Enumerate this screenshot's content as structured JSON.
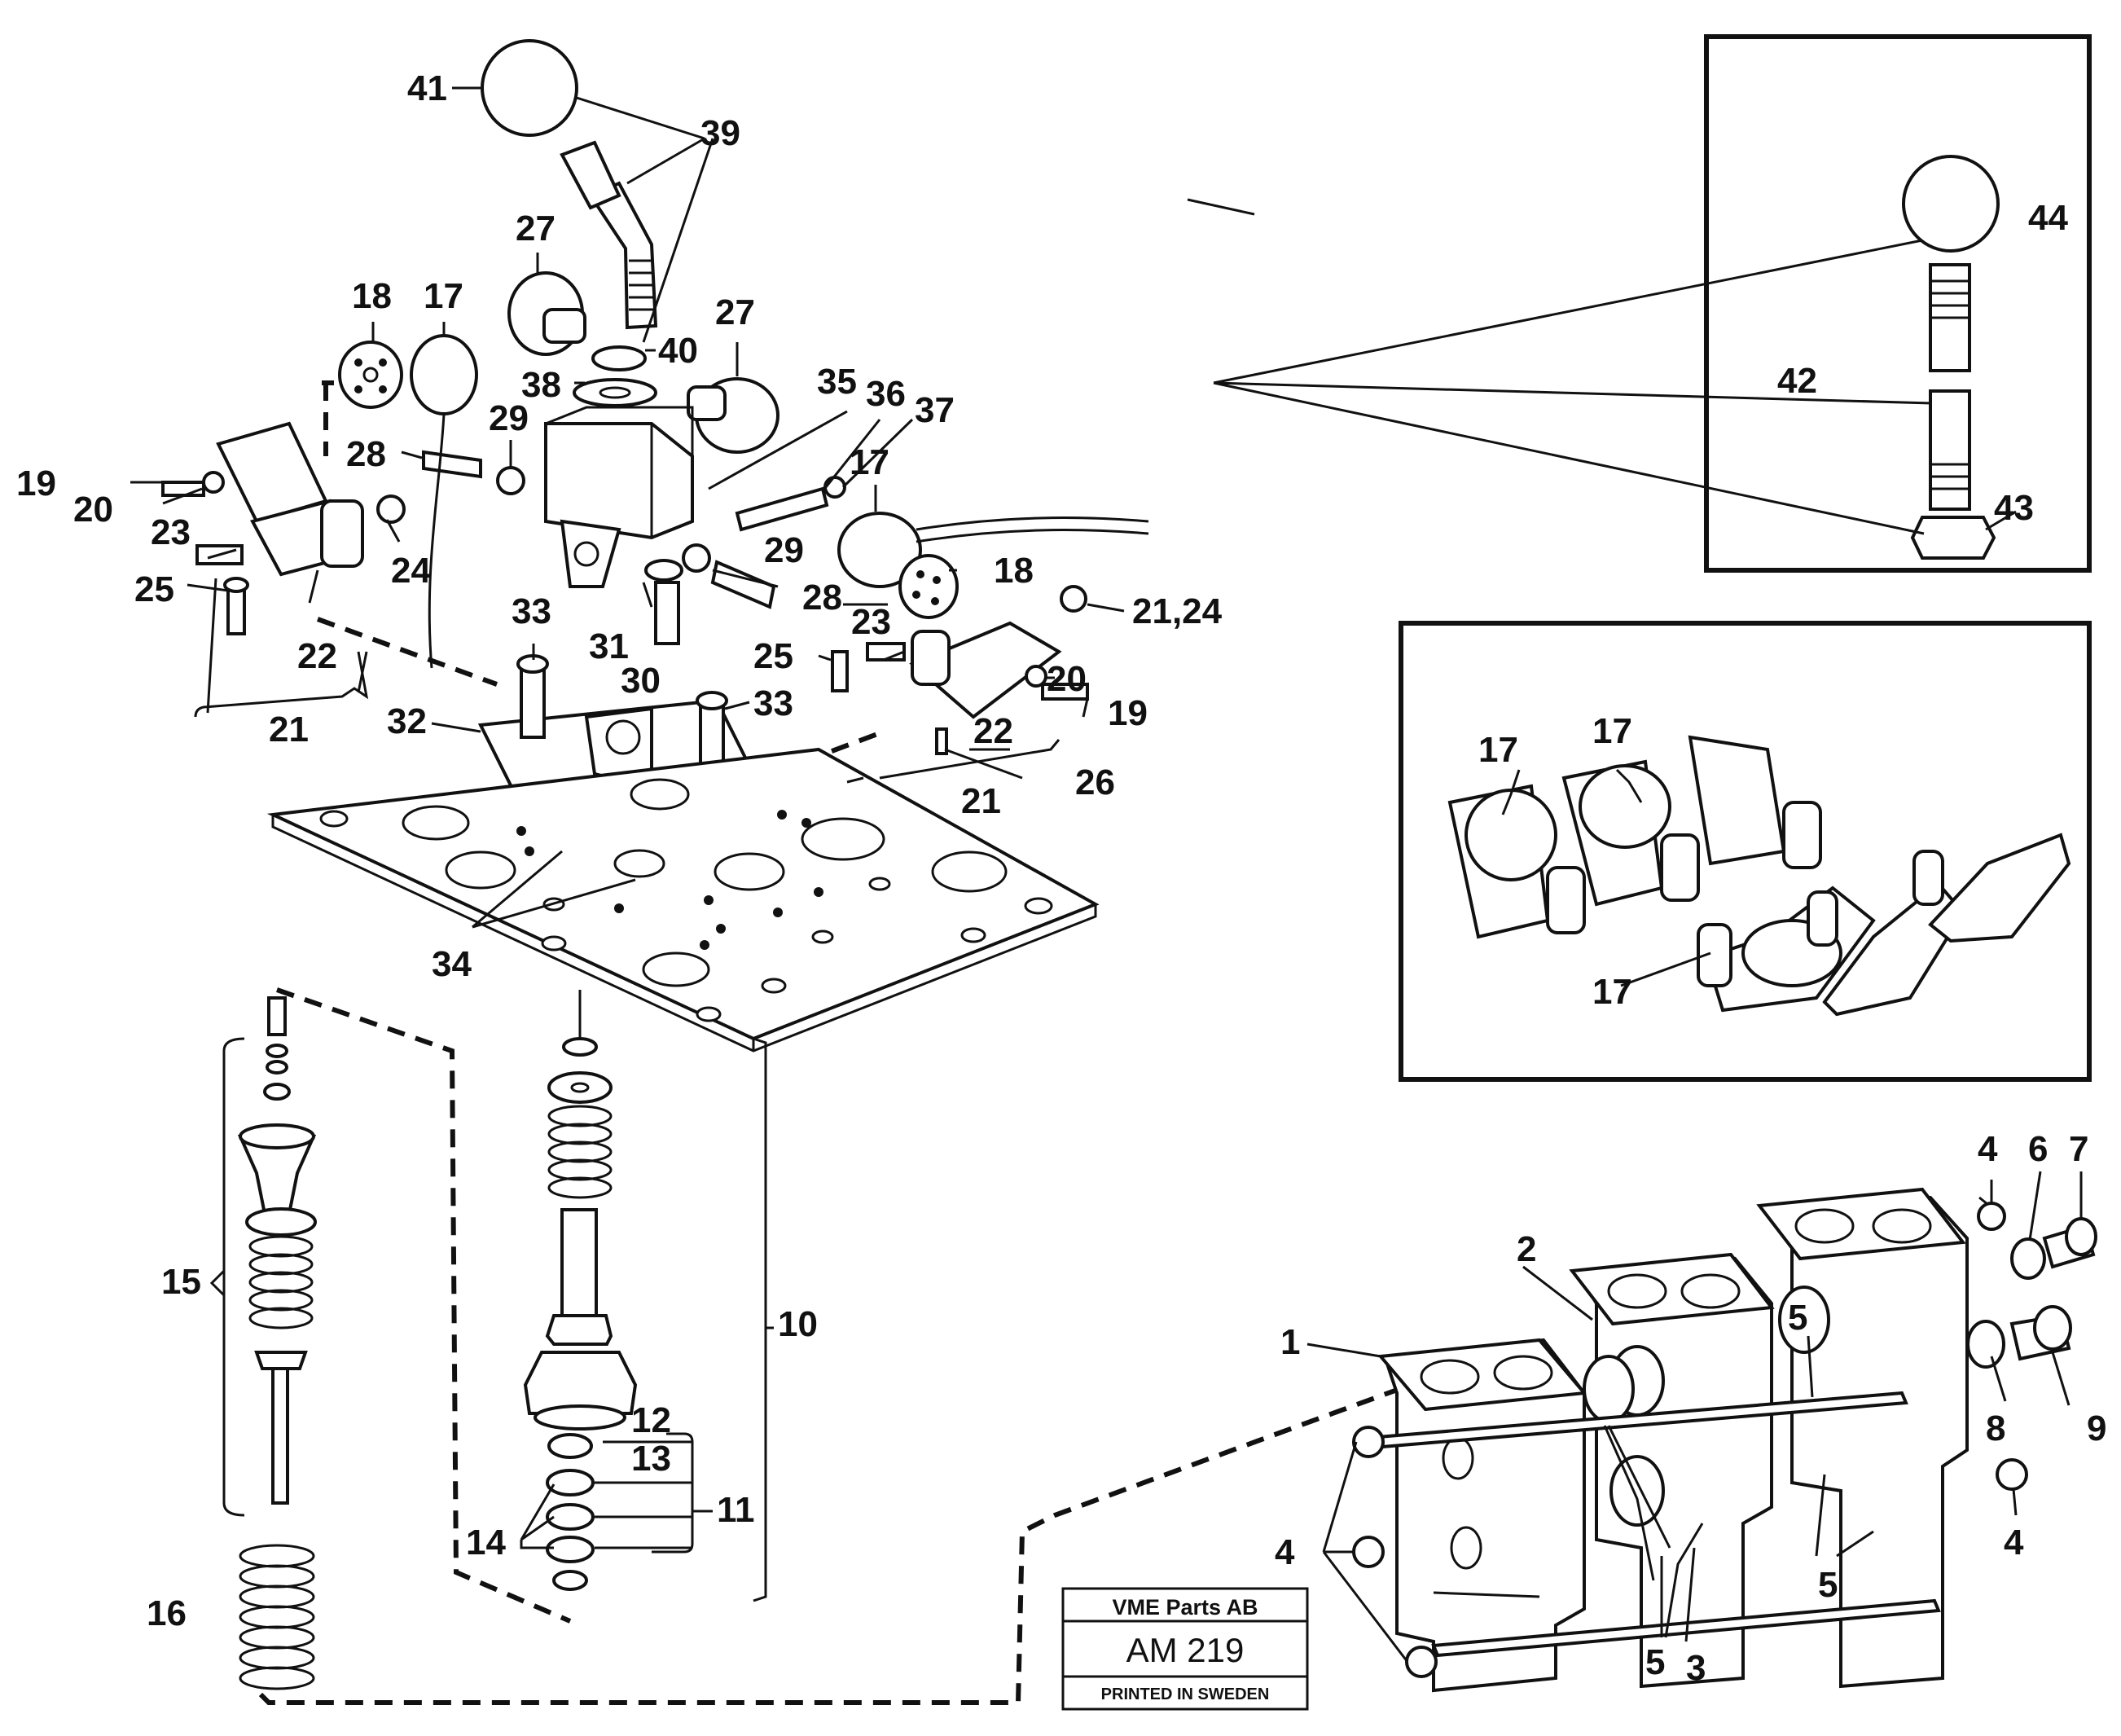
{
  "callouts": [
    {
      "id": "c41",
      "text": "41"
    },
    {
      "id": "c39",
      "text": "39"
    },
    {
      "id": "c27a",
      "text": "27"
    },
    {
      "id": "c27b",
      "text": "27"
    },
    {
      "id": "c18a",
      "text": "18"
    },
    {
      "id": "c17a",
      "text": "17"
    },
    {
      "id": "c40",
      "text": "40"
    },
    {
      "id": "c38",
      "text": "38"
    },
    {
      "id": "c35",
      "text": "35"
    },
    {
      "id": "c36",
      "text": "36"
    },
    {
      "id": "c37",
      "text": "37"
    },
    {
      "id": "c17b",
      "text": "17"
    },
    {
      "id": "c19a",
      "text": "19"
    },
    {
      "id": "c20a",
      "text": "20"
    },
    {
      "id": "c28a",
      "text": "28"
    },
    {
      "id": "c29a",
      "text": "29"
    },
    {
      "id": "c23a",
      "text": "23"
    },
    {
      "id": "c24",
      "text": "24"
    },
    {
      "id": "c25a",
      "text": "25"
    },
    {
      "id": "c22a",
      "text": "22"
    },
    {
      "id": "c21a",
      "text": "21"
    },
    {
      "id": "c29b",
      "text": "29"
    },
    {
      "id": "c18b",
      "text": "18"
    },
    {
      "id": "c28b",
      "text": "28"
    },
    {
      "id": "c2124",
      "text": "21,24"
    },
    {
      "id": "c33a",
      "text": "33"
    },
    {
      "id": "c31",
      "text": "31"
    },
    {
      "id": "c30",
      "text": "30"
    },
    {
      "id": "c23b",
      "text": "23"
    },
    {
      "id": "c25b",
      "text": "25"
    },
    {
      "id": "c20b",
      "text": "20"
    },
    {
      "id": "c19b",
      "text": "19"
    },
    {
      "id": "c32",
      "text": "32"
    },
    {
      "id": "c33b",
      "text": "33"
    },
    {
      "id": "c22b",
      "text": "22"
    },
    {
      "id": "c26",
      "text": "26"
    },
    {
      "id": "c21b",
      "text": "21"
    },
    {
      "id": "c34",
      "text": "34"
    },
    {
      "id": "c15",
      "text": "15"
    },
    {
      "id": "c10",
      "text": "10"
    },
    {
      "id": "c12",
      "text": "12"
    },
    {
      "id": "c13",
      "text": "13"
    },
    {
      "id": "c11",
      "text": "11"
    },
    {
      "id": "c14",
      "text": "14"
    },
    {
      "id": "c16",
      "text": "16"
    },
    {
      "id": "c44",
      "text": "44"
    },
    {
      "id": "c42",
      "text": "42"
    },
    {
      "id": "c43",
      "text": "43"
    },
    {
      "id": "c17c",
      "text": "17"
    },
    {
      "id": "c17d",
      "text": "17"
    },
    {
      "id": "c17e",
      "text": "17"
    },
    {
      "id": "c4a",
      "text": "4"
    },
    {
      "id": "c6",
      "text": "6"
    },
    {
      "id": "c7",
      "text": "7"
    },
    {
      "id": "c2",
      "text": "2"
    },
    {
      "id": "c1",
      "text": "1"
    },
    {
      "id": "c5a",
      "text": "5"
    },
    {
      "id": "c8",
      "text": "8"
    },
    {
      "id": "c9",
      "text": "9"
    },
    {
      "id": "c4b",
      "text": "4"
    },
    {
      "id": "c4c",
      "text": "4"
    },
    {
      "id": "c5b",
      "text": "5"
    },
    {
      "id": "c5c",
      "text": "5"
    },
    {
      "id": "c3",
      "text": "3"
    }
  ],
  "stamp": {
    "company": "VME Parts AB",
    "code": "AM 219",
    "printed": "PRINTED IN SWEDEN"
  }
}
